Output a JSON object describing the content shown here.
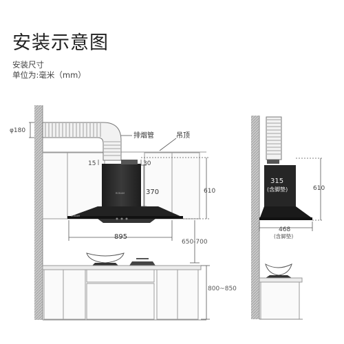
{
  "page": {
    "title": "安装示意图",
    "subtitle_1": "安装尺寸",
    "subtitle_2": "单位为:毫米（mm）"
  },
  "front_view": {
    "duct_diameter": "φ180",
    "exhaust_pipe_label": "排烟管",
    "ceiling_label": "吊顶",
    "top_gap_left": "15",
    "top_gap_right": "30",
    "body_height": "370",
    "total_height": "610",
    "width": "895",
    "hob_distance": "650-700",
    "counter_height": "800~850",
    "brand_text": "ROBAM"
  },
  "side_view": {
    "body_height": "315",
    "body_height_note": "(含脚垫)",
    "total_height": "610",
    "depth": "468",
    "depth_note": "(含脚垫)"
  },
  "colors": {
    "wall_fill": "#bdbdbd",
    "cabinet_line": "#9a9a9a",
    "hood_body": "#2a2a2a",
    "dimension_line": "#555555"
  }
}
